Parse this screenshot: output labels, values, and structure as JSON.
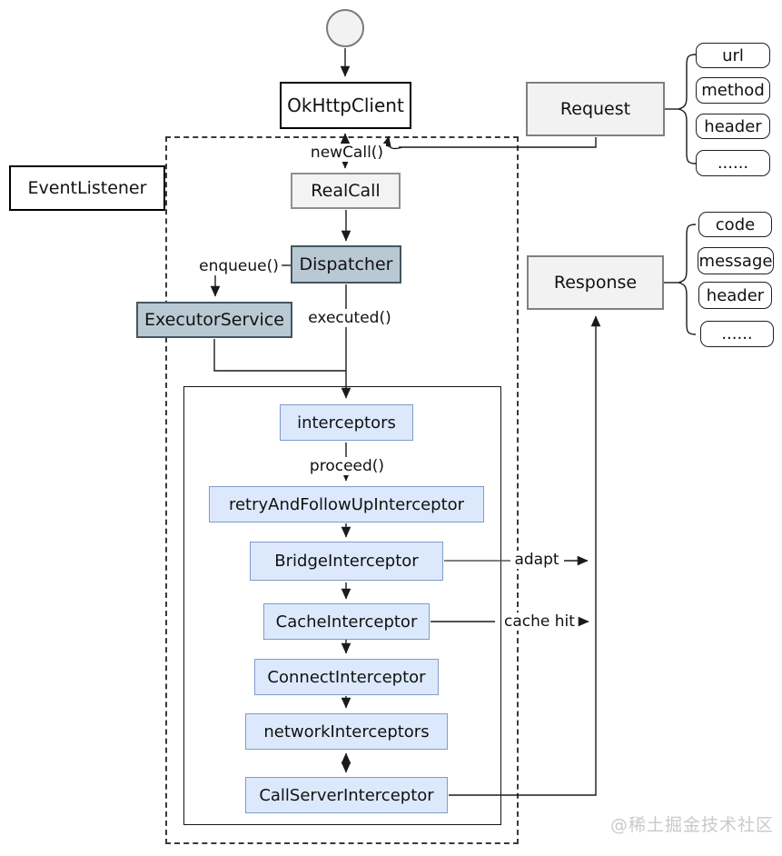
{
  "diagram": {
    "nodes": {
      "okhttpclient": "OkHttpClient",
      "eventlistener": "EventListener",
      "realcall": "RealCall",
      "dispatcher": "Dispatcher",
      "executorservice": "ExecutorService",
      "interceptors": "interceptors",
      "retry": "retryAndFollowUpInterceptor",
      "bridge": "BridgeInterceptor",
      "cache": "CacheInterceptor",
      "connect": "ConnectInterceptor",
      "network": "networkInterceptors",
      "callserver": "CallServerInterceptor"
    },
    "request": {
      "title": "Request",
      "fields": [
        "url",
        "method",
        "header",
        "......"
      ]
    },
    "response": {
      "title": "Response",
      "fields": [
        "code",
        "message",
        "header",
        "......"
      ]
    },
    "labels": {
      "new_call": "newCall()",
      "enqueue": "enqueue()",
      "executed": "executed()",
      "proceed": "proceed()",
      "adapt": "adapt",
      "cache_hit": "cache hit"
    },
    "watermark": "@稀土掘金技术社区",
    "colors": {
      "slate_fill": "#b9c9d4",
      "slate_border": "#44565f",
      "interceptor_fill": "#dce9fc",
      "interceptor_border": "#7f9cc9",
      "gray_fill": "#f2f2f2",
      "line": "#1a1a1a",
      "watermark": "#c9c9c9"
    }
  }
}
